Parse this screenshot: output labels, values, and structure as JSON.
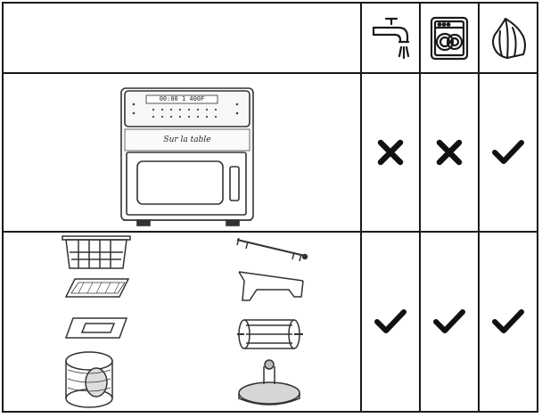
{
  "care_table": {
    "columns": [
      {
        "icon": "faucet-icon",
        "meaning": "rinse"
      },
      {
        "icon": "dishwasher-icon",
        "meaning": "dishwasher"
      },
      {
        "icon": "cloth-icon",
        "meaning": "wipe"
      }
    ],
    "rows": [
      {
        "item": "oven",
        "display_text": "00:00 1 400F",
        "brand_script": "Sur la table",
        "marks": [
          "cross",
          "cross",
          "check"
        ]
      },
      {
        "item": "accessories",
        "parts": [
          "basket-icon",
          "mesh-tray-icon",
          "drip-tray-icon",
          "rotisserie-basket-icon",
          "rotisserie-spit-icon",
          "removal-tool-icon",
          "rotisserie-cage-icon",
          "rotisserie-stand-icon"
        ],
        "marks": [
          "check",
          "check",
          "check"
        ]
      }
    ],
    "colors": {
      "line": "#1a1a1a",
      "background": "#ffffff"
    }
  }
}
